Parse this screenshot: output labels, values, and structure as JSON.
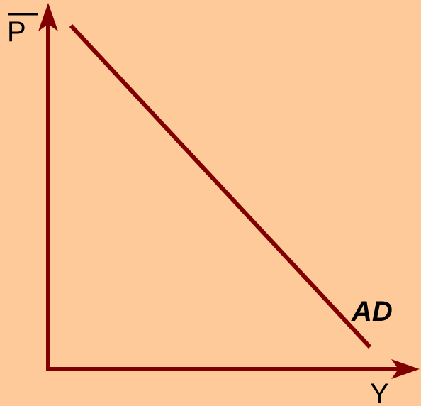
{
  "diagram": {
    "axis_y_label": "P",
    "axis_x_label": "Y",
    "curve_label": "AD",
    "colors": {
      "background": "#FFCA99",
      "axis": "#800000",
      "curve": "#800000",
      "text": "#000000"
    }
  }
}
